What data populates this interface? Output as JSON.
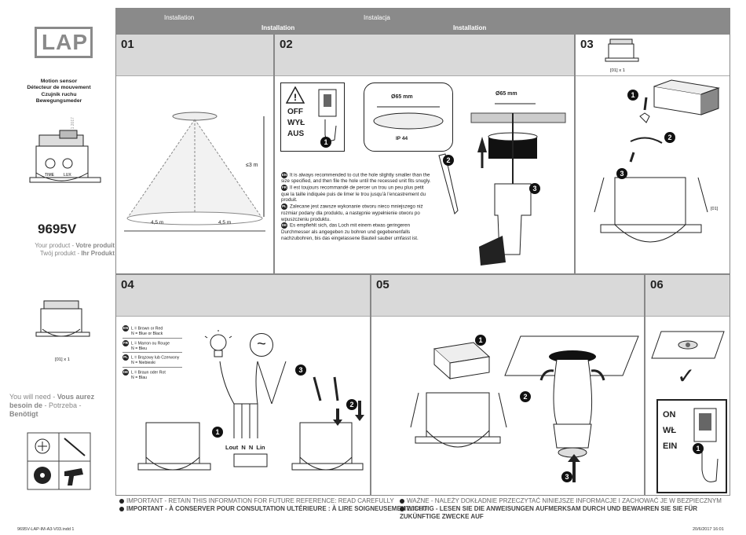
{
  "header": {
    "left_top": "Installation",
    "left_bottom": "Installation",
    "right_top": "Instalacja",
    "right_bottom": "Installation"
  },
  "brand": "LAP",
  "product": {
    "name_en": "Motion sensor",
    "name_fr": "Détecteur de mouvement",
    "name_pl": "Czujnik ruchu",
    "name_de": "Bewegungsmeder",
    "model": "9695V",
    "your_product": "Your product - ",
    "your_product_fr": "Votre produit",
    "your_product_pl": "Twój produkt - ",
    "your_product_de": "Ihr Produkt",
    "qty": "[01] x 1",
    "side_code": "5052931651771 Version 1 2017",
    "dial_time": "TIME",
    "dial_lux": "LUX"
  },
  "need": {
    "en": "You will need - ",
    "fr": "Vous aurez besoin de",
    "pl": " - Potrzeba - ",
    "de": "Benötigt"
  },
  "steps": {
    "s01": {
      "num": "01",
      "height": "≤3 m",
      "left": "4,5 m",
      "right": "4,5 m"
    },
    "s02": {
      "num": "02",
      "off_lines": [
        "OFF",
        "WYŁ",
        "AUS"
      ],
      "hole": "Ø65 mm",
      "ip": "IP 44",
      "hole2": "Ø65 mm",
      "callouts": [
        "1",
        "2",
        "3"
      ],
      "texts": [
        {
          "lang": "EN",
          "text": "It is always recommended to cut the hole slightly smaller than the size specified, and then file the hole until the recessed unit fits snugly."
        },
        {
          "lang": "FR",
          "text": "Il est toujours recommandé de percer un trou un peu plus petit que la taille indiquée puis de limer le trou jusqu’à l’encastrement du produit."
        },
        {
          "lang": "PL",
          "text": "Zalecane jest zawsze wykonanie otworu nieco mniejszego niż rozmiar podany dla produktu, a następnie wypełnienie otworu po wpuszczeniu produktu."
        },
        {
          "lang": "DE",
          "text": "Es empfiehlt sich, das Loch mit einem etwas geringeren Durchmesser als angegeben zu bohren und gegebenenfalls nachzubohren, bis das eingelassene Bauteil sauber umfasst ist."
        }
      ]
    },
    "s03": {
      "num": "03",
      "qty": "[01] x 1",
      "label": "[01]",
      "callouts": [
        "1",
        "2",
        "3"
      ]
    },
    "s04": {
      "num": "04",
      "wires": [
        {
          "lang": "EN",
          "l": "L = Brown or Red",
          "n": "N = Blue or Black"
        },
        {
          "lang": "FR",
          "l": "L = Marron ou Rouge",
          "n": "N = Bleu"
        },
        {
          "lang": "PL",
          "l": "L = Brązowy lub Czerwony",
          "n": "N = Niebieski"
        },
        {
          "lang": "DE",
          "l": "L = Braun oder Rot",
          "n": "N = Blau"
        }
      ],
      "terminals": [
        "Lout",
        "N",
        "N",
        "Lin"
      ],
      "ac": "~",
      "callouts": [
        "1",
        "2",
        "3"
      ]
    },
    "s05": {
      "num": "05",
      "callouts": [
        "1",
        "2",
        "3"
      ]
    },
    "s06": {
      "num": "06",
      "on_lines": [
        "ON",
        "WŁ",
        "EIN"
      ],
      "check": "✓",
      "callout": "1"
    }
  },
  "important": {
    "en": "IMPORTANT - RETAIN THIS INFORMATION FOR FUTURE REFERENCE: READ CAREFULLY",
    "fr": "IMPORTANT - À CONSERVER POUR CONSULTATION ULTÉRIEURE : À LIRE SOIGNEUSEMENT",
    "pl": "WAŻNE - NALEŻY DOKŁADNIE PRZECZYTAĆ NINIEJSZE INFORMACJE I ZACHOWAĆ JE W BEZPIECZNYM MIEJSCU",
    "de": "WICHTIG - LESEN SIE DIE ANWEISUNGEN AUFMERKSAM DURCH UND BEWAHREN SIE SIE FÜR ZUKÜNFTIGE ZWECKE AUF"
  },
  "footer": {
    "left": "9695V-LAP-IM-A3-V03.indd   1",
    "right": "20/6/2017   16:01"
  },
  "colors": {
    "header_band": "#8a8a8a",
    "title_band": "#d9d9d9"
  }
}
